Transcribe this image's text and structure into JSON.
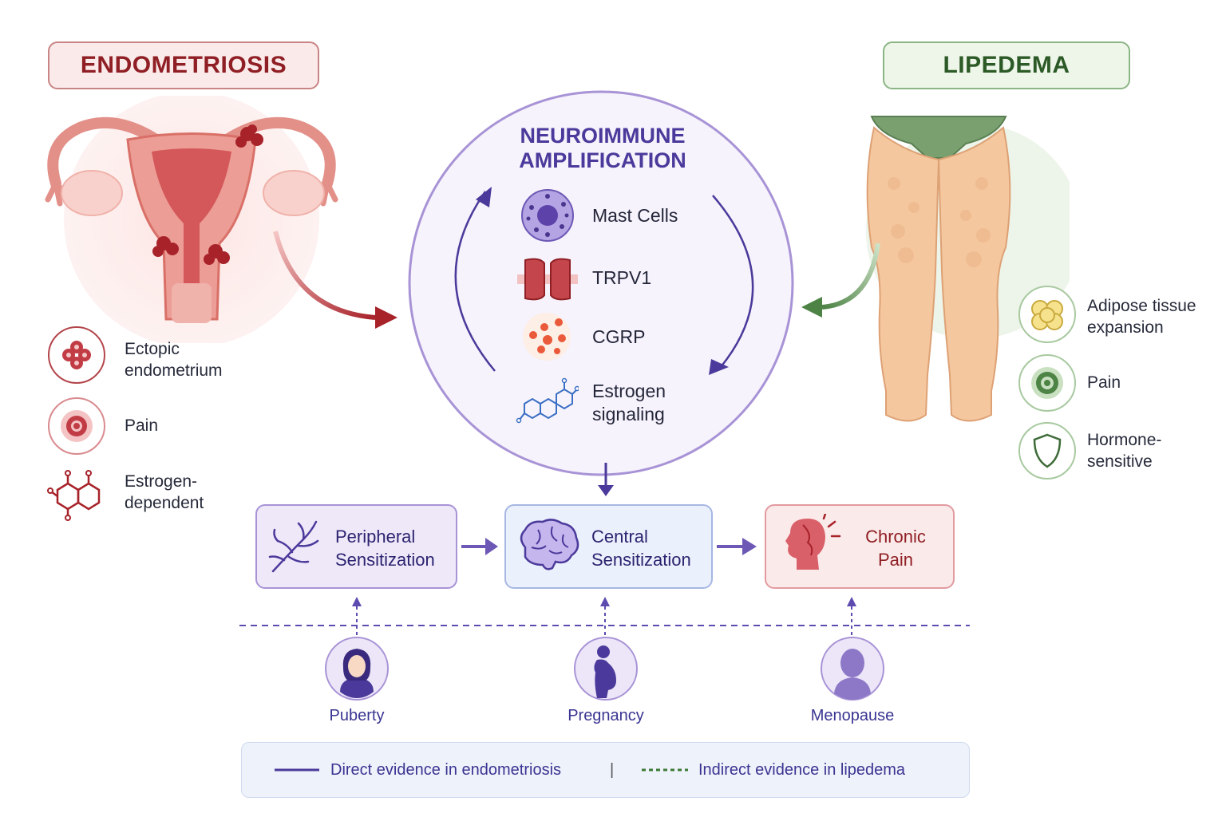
{
  "endometriosis": {
    "title": "ENDOMETRIOSIS",
    "features": [
      {
        "label": "Ectopic\nendometrium",
        "icon": "cells-icon"
      },
      {
        "label": "Pain",
        "icon": "target-icon"
      },
      {
        "label": "Estrogen-\ndependent",
        "icon": "molecule-icon"
      }
    ]
  },
  "lipedema": {
    "title": "LIPEDEMA",
    "features": [
      {
        "label": "Adipose tissue\nexpansion",
        "icon": "fat-cells-icon"
      },
      {
        "label": "Pain",
        "icon": "target-icon"
      },
      {
        "label": "Hormone-\nsensitive",
        "icon": "shield-icon"
      }
    ]
  },
  "center": {
    "title_line1": "NEUROIMMUNE",
    "title_line2": "AMPLIFICATION",
    "items": [
      {
        "label": "Mast Cells",
        "icon": "mast-cell-icon"
      },
      {
        "label": "TRPV1",
        "icon": "ion-channel-icon"
      },
      {
        "label": "CGRP",
        "icon": "dots-icon"
      },
      {
        "label": "Estrogen\nsignaling",
        "icon": "steroid-molecule-icon"
      }
    ]
  },
  "pathway": [
    {
      "line1": "Peripheral",
      "line2": "Sensitization",
      "icon": "nerve-icon"
    },
    {
      "line1": "Central",
      "line2": "Sensitization",
      "icon": "brain-icon"
    },
    {
      "line1": "Chronic",
      "line2": "Pain",
      "icon": "head-pain-icon"
    }
  ],
  "life_stages": [
    {
      "label": "Puberty",
      "icon": "girl-avatar-icon"
    },
    {
      "label": "Pregnancy",
      "icon": "pregnant-avatar-icon"
    },
    {
      "label": "Menopause",
      "icon": "woman-avatar-icon"
    }
  ],
  "legend": {
    "direct": "Direct evidence in endometriosis",
    "separator": "|",
    "indirect": "Indirect evidence in lipedema"
  },
  "colors": {
    "endometriosis": "#8f1f24",
    "lipedema": "#2c5a26",
    "neuroimmune": "#4b3a9b",
    "legend_direct": "#4b3a9b",
    "legend_indirect": "#3c7a36"
  }
}
